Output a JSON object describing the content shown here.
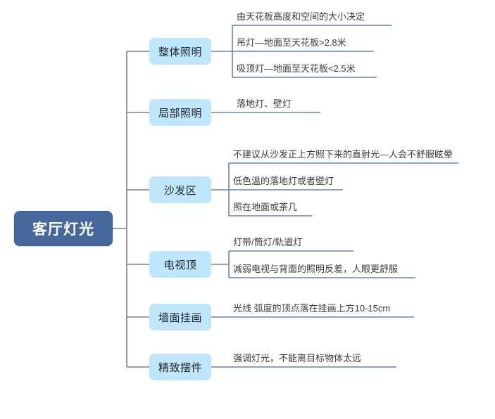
{
  "document": {
    "type": "mind-map",
    "title": "客厅灯光",
    "background_color": "#ffffff",
    "root_color": "#46689b",
    "branch_color": "#bfe6fa",
    "connector_color": "#7a8190",
    "leaf_connector_color": "#6f83a4"
  },
  "root": {
    "label": "客厅灯光"
  },
  "branches": [
    {
      "label": "整体照明",
      "leaves": [
        {
          "text": "由天花板高度和空间的大小决定"
        },
        {
          "text": "吊灯—地面至天花板>2.8米"
        },
        {
          "text": "吸顶灯—地面至天花板<2.5米"
        }
      ]
    },
    {
      "label": "局部照明",
      "leaves": [
        {
          "text": "落地灯、壁灯"
        }
      ]
    },
    {
      "label": "沙发区",
      "leaves": [
        {
          "text": "不建议从沙发正上方照下来的直射光—人会不舒服眩晕"
        },
        {
          "text": "低色温的落地灯或者壁灯"
        },
        {
          "text": "照在地面或茶几"
        }
      ]
    },
    {
      "label": "电视顶",
      "leaves": [
        {
          "text": "灯带/筒灯/轨道灯"
        },
        {
          "text": "减弱电视与背面的照明反差，人眼更舒服"
        }
      ]
    },
    {
      "label": "墙面挂画",
      "leaves": [
        {
          "text": "光线 弧度的顶点落在挂画上方10-15cm"
        }
      ]
    },
    {
      "label": "精致摆件",
      "leaves": [
        {
          "text": "强调灯光，不能离目标物体太远"
        }
      ]
    }
  ]
}
